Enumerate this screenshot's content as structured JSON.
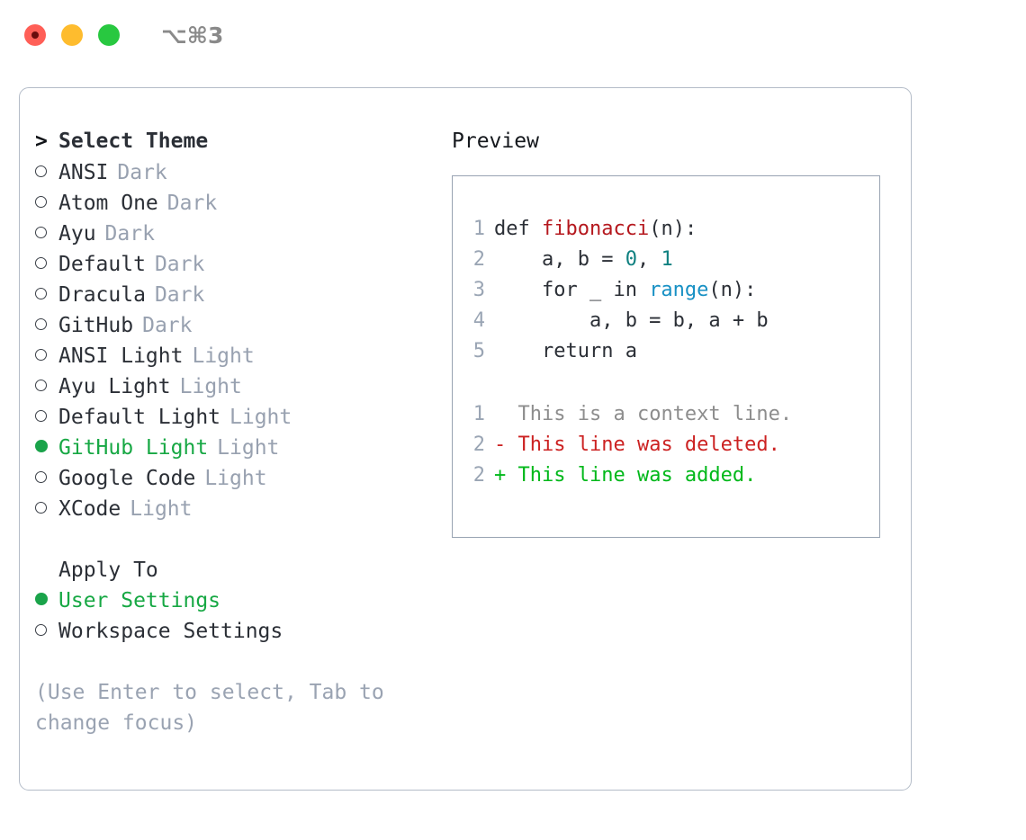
{
  "titlebar": {
    "shortcut": "⌥⌘3",
    "lights": [
      {
        "name": "close",
        "color": "#ff5f57"
      },
      {
        "name": "minimize",
        "color": "#febc2e"
      },
      {
        "name": "zoom",
        "color": "#28c840"
      }
    ]
  },
  "theme_list": {
    "header_marker": ">",
    "header": "Select Theme",
    "items": [
      {
        "marker": "○",
        "label": "ANSI",
        "badge": "Dark",
        "selected": false
      },
      {
        "marker": "○",
        "label": "Atom One",
        "badge": "Dark",
        "selected": false
      },
      {
        "marker": "○",
        "label": "Ayu",
        "badge": "Dark",
        "selected": false
      },
      {
        "marker": "○",
        "label": "Default",
        "badge": "Dark",
        "selected": false
      },
      {
        "marker": "○",
        "label": "Dracula",
        "badge": "Dark",
        "selected": false
      },
      {
        "marker": "○",
        "label": "GitHub",
        "badge": "Dark",
        "selected": false
      },
      {
        "marker": "○",
        "label": "ANSI Light",
        "badge": "Light",
        "selected": false
      },
      {
        "marker": "○",
        "label": "Ayu Light",
        "badge": "Light",
        "selected": false
      },
      {
        "marker": "○",
        "label": "Default Light",
        "badge": "Light",
        "selected": false
      },
      {
        "marker": "●",
        "label": "GitHub Light",
        "badge": "Light",
        "selected": true
      },
      {
        "marker": "○",
        "label": "Google Code",
        "badge": "Light",
        "selected": false
      },
      {
        "marker": "○",
        "label": "XCode",
        "badge": "Light",
        "selected": false
      }
    ]
  },
  "apply_to": {
    "title": "Apply To",
    "options": [
      {
        "marker": "●",
        "label": "User Settings",
        "selected": true
      },
      {
        "marker": "○",
        "label": "Workspace Settings",
        "selected": false
      }
    ]
  },
  "hint": "(Use Enter to select, Tab to change focus)",
  "preview": {
    "title": "Preview",
    "code_lines": [
      {
        "number": "1",
        "tokens": [
          {
            "text": "def ",
            "kind": "plain"
          },
          {
            "text": "fibonacci",
            "kind": "fn"
          },
          {
            "text": "(n):",
            "kind": "plain"
          }
        ]
      },
      {
        "number": "2",
        "tokens": [
          {
            "text": "    a, b = ",
            "kind": "plain"
          },
          {
            "text": "0",
            "kind": "num"
          },
          {
            "text": ", ",
            "kind": "plain"
          },
          {
            "text": "1",
            "kind": "num"
          }
        ]
      },
      {
        "number": "3",
        "tokens": [
          {
            "text": "    for _ in ",
            "kind": "plain"
          },
          {
            "text": "range",
            "kind": "call"
          },
          {
            "text": "(n):",
            "kind": "plain"
          }
        ]
      },
      {
        "number": "4",
        "tokens": [
          {
            "text": "        a, b = b, a + b",
            "kind": "plain"
          }
        ]
      },
      {
        "number": "5",
        "tokens": [
          {
            "text": "    return a",
            "kind": "plain"
          }
        ]
      }
    ],
    "diff_lines": [
      {
        "number": "1",
        "sign": "  ",
        "text": "This is a context line.",
        "kind": "context"
      },
      {
        "number": "2",
        "sign": "- ",
        "text": "This line was deleted.",
        "kind": "deleted"
      },
      {
        "number": "2",
        "sign": "+ ",
        "text": "This line was added.",
        "kind": "added"
      }
    ]
  },
  "colors": {
    "selected_green": "#17a844",
    "badge_gray": "#98a1b0",
    "hint_gray": "#9aa3b2",
    "border_gray": "#b4bcc8",
    "code_fn_red": "#b5181e",
    "code_num_teal": "#0f8080",
    "code_call_blue": "#1790c4",
    "diff_delete_red": "#cc2222",
    "diff_add_green": "#00b81a"
  }
}
